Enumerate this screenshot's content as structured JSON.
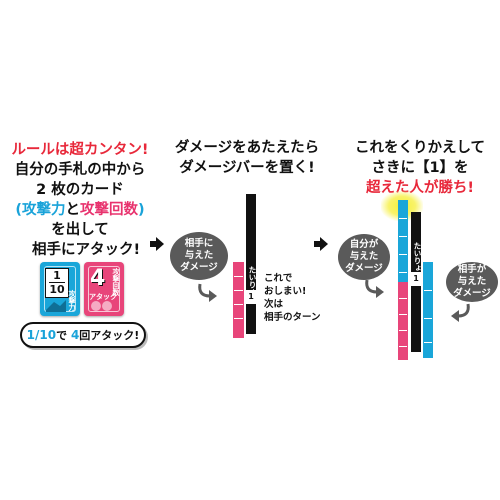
{
  "panel1": {
    "line1": "ルールは超カンタン!",
    "line2": "自分の手札の中から",
    "line3": "2 枚のカード",
    "line4_open": "(",
    "line4_power": "攻撃力",
    "line4_and": "と",
    "line4_count": "攻撃回数",
    "line4_close": ")",
    "line5": "を出して",
    "line6": "相手にアタック!",
    "card1": {
      "frac_top": "1",
      "frac_bottom": "10",
      "vertical": "攻撃力"
    },
    "card2": {
      "number": "4",
      "label": "アタック",
      "vertical": "攻撃回数"
    },
    "pill": {
      "num1": "1/10",
      "mid": "で",
      "num2": "4",
      "tail": "回アタック!"
    }
  },
  "panel2": {
    "heading1": "ダメージをあたえたら",
    "heading2": "ダメージバーを置く!",
    "bubble": [
      "相手に",
      "与えた",
      "ダメージ"
    ],
    "bar_label": "たいりょく",
    "bar_value": "1",
    "body": [
      "これで",
      "おしまい!",
      "次は",
      "相手のターン"
    ]
  },
  "panel3": {
    "heading1": "これをくりかえして",
    "heading2": "さきに【1】を",
    "heading3": "超えた人が勝ち!",
    "bubble_own": [
      "自分が",
      "与えた",
      "ダメージ"
    ],
    "bubble_opp": [
      "相手が",
      "与えた",
      "ダメージ"
    ],
    "bar_label": "たいりょく",
    "bar_value": "1"
  },
  "colors": {
    "red": "#e8283a",
    "cyan": "#1aa3d9",
    "pink": "#e8336e",
    "bubble": "#5a5a5a",
    "glow": "#f5ef3a"
  }
}
